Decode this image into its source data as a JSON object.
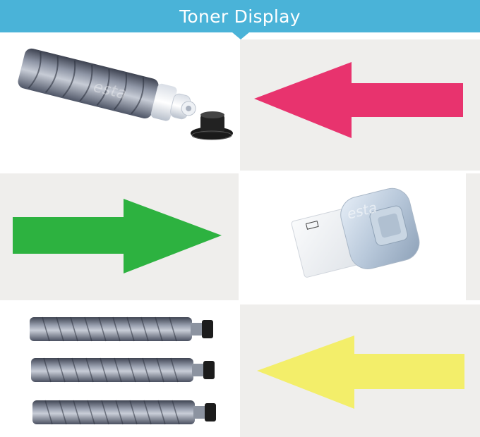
{
  "header": {
    "title": "Toner Display"
  },
  "colors": {
    "header_bg": "#4ab3d8",
    "arrow_magenta": "#e8336e",
    "arrow_green": "#2db240",
    "arrow_yellow": "#f3ee6a",
    "cell_gray": "#efeeec"
  },
  "watermark": "esta",
  "panels": [
    {
      "row": 1,
      "left": "toner-cartridge-with-cap-photo",
      "right": "magenta-arrow-left"
    },
    {
      "row": 2,
      "left": "green-arrow-right",
      "right": "toner-nozzle-closeup-photo"
    },
    {
      "row": 3,
      "left": "three-toner-cartridges-photo",
      "right": "yellow-arrow-left"
    }
  ]
}
